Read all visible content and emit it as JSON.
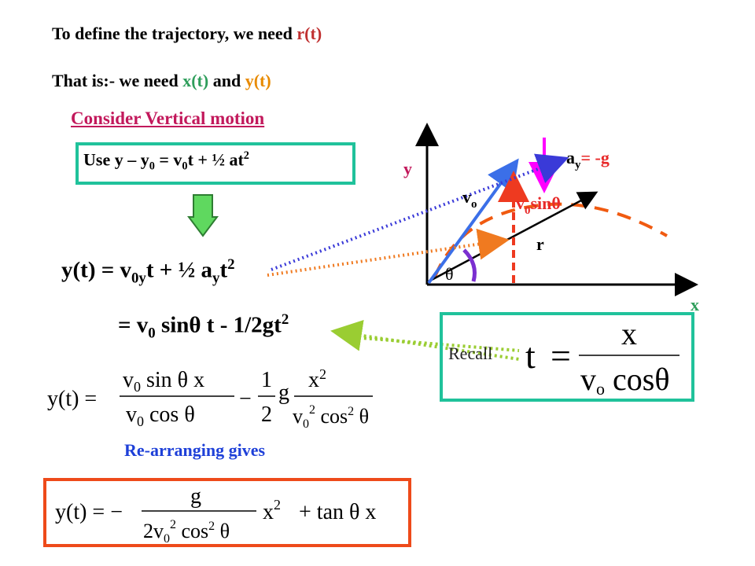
{
  "header": {
    "line1_prefix": "To define the trajectory, we need ",
    "line1_highlight": "r(t)",
    "line2_prefix": "That is:- we need ",
    "line2_x": "x(t)",
    "line2_and": " and ",
    "line2_y": "y(t)"
  },
  "section_title": "Consider Vertical motion",
  "use_box": {
    "a": "Use  y – y",
    "a_sub": "0",
    "b": " = v",
    "b_sub": "0",
    "c": "t + ½ at",
    "c_sup": "2"
  },
  "eq1": {
    "a": "y(t) = v",
    "a_sub": "0y",
    "b": "t + ½ a",
    "b_sub": "y",
    "c": "t",
    "c_sup": "2"
  },
  "eq2": {
    "a": "= v",
    "a_sub": "0",
    "b": " sinθ  t - 1/2gt",
    "b_sup": "2"
  },
  "expansion": {
    "lhs": "y(t) =",
    "frac1_num": "v",
    "frac1_num_sub": "0",
    "frac1_num_rest": " sin θ x",
    "frac1_den": "v",
    "frac1_den_sub": "0",
    "frac1_den_rest": " cos θ",
    "minus": "−",
    "half_num": "1",
    "half_den": "2",
    "g": "g",
    "frac2_num": "x",
    "frac2_num_sup": "2",
    "frac2_den": "v",
    "frac2_den_sub": "0",
    "frac2_den_sup": "2",
    "frac2_den_rest": " cos",
    "frac2_den_rest_sup": "2",
    "frac2_den_theta": " θ"
  },
  "rearranging": "Re-arranging gives",
  "final": {
    "lhs": "y(t) = −",
    "num": "g",
    "den_a": "2v",
    "den_sub": "0",
    "den_sup": "2",
    "den_b": " cos",
    "den_sup2": "2",
    "den_c": " θ",
    "x": "x",
    "x_sup": "2",
    "rest": "+ tan θ x"
  },
  "diagram": {
    "axis_y": "y",
    "axis_x": "x",
    "v0": "v",
    "v0_sub": "o",
    "v0sin_a": "v",
    "v0sin_sub": "0",
    "v0sin_b": "sinθ",
    "ay_a": "a",
    "ay_sub": "y",
    "ay_b": "= -g",
    "r": "r",
    "theta": "θ"
  },
  "recall": {
    "label": "Recall",
    "t": "t",
    "eq": "=",
    "num": "x",
    "den_a": "v",
    "den_sub": "o",
    "den_b": " cos",
    "den_c": "θ"
  },
  "colors": {
    "red": "#c03030",
    "green": "#2e9e5b",
    "orange": "#e88a00",
    "magenta": "#c2185b",
    "teal": "#20c29b",
    "blue": "#1e40d8",
    "final_border": "#ee4a1a"
  }
}
